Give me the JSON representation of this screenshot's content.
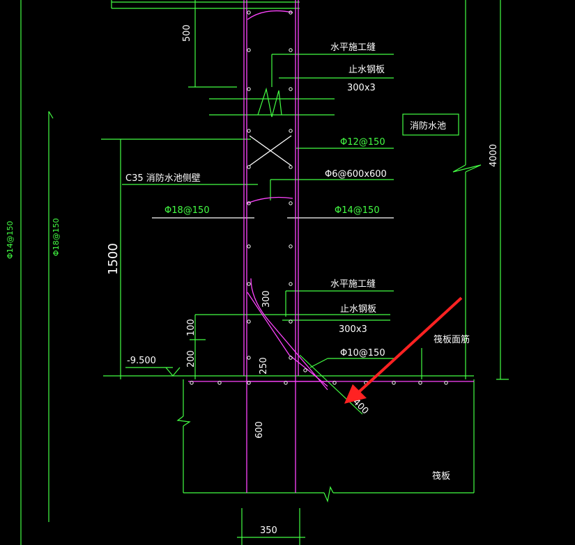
{
  "labels": {
    "horiz_stirrup_top": "水平施工缝",
    "waterstop_top": "止水钢板",
    "waterstop_size_top": "300x3",
    "fire_pool": "消防水池",
    "bar_phi12": "Φ12@150",
    "wall_label": "C35 消防水池侧壁",
    "bar_phi6": "Φ6@600x600",
    "bar_phi18_mid": "Φ18@150",
    "bar_phi14_mid": "Φ14@150",
    "horiz_stirrup_bot": "水平施工缝",
    "waterstop_bot": "止水钢板",
    "waterstop_size_bot": "300x3",
    "bar_phi10": "Φ10@150",
    "raft_surface": "筏板面筋",
    "raft": "筏板",
    "elev": "-9.500",
    "left_phi14": "Φ14@150",
    "left_phi18": "Φ18@150"
  },
  "dims": {
    "d500": "500",
    "d1500": "1500",
    "d4000": "4000",
    "d300": "300",
    "d100": "100",
    "d200": "200",
    "d250": "250",
    "d400": "400",
    "d600": "600",
    "d350": "350"
  },
  "colors": {
    "background": "#000000",
    "dim_line": "#44ff44",
    "rebar": "#ff44ff",
    "text": "#ffffff",
    "pointer_arrow": "#ff2222"
  }
}
